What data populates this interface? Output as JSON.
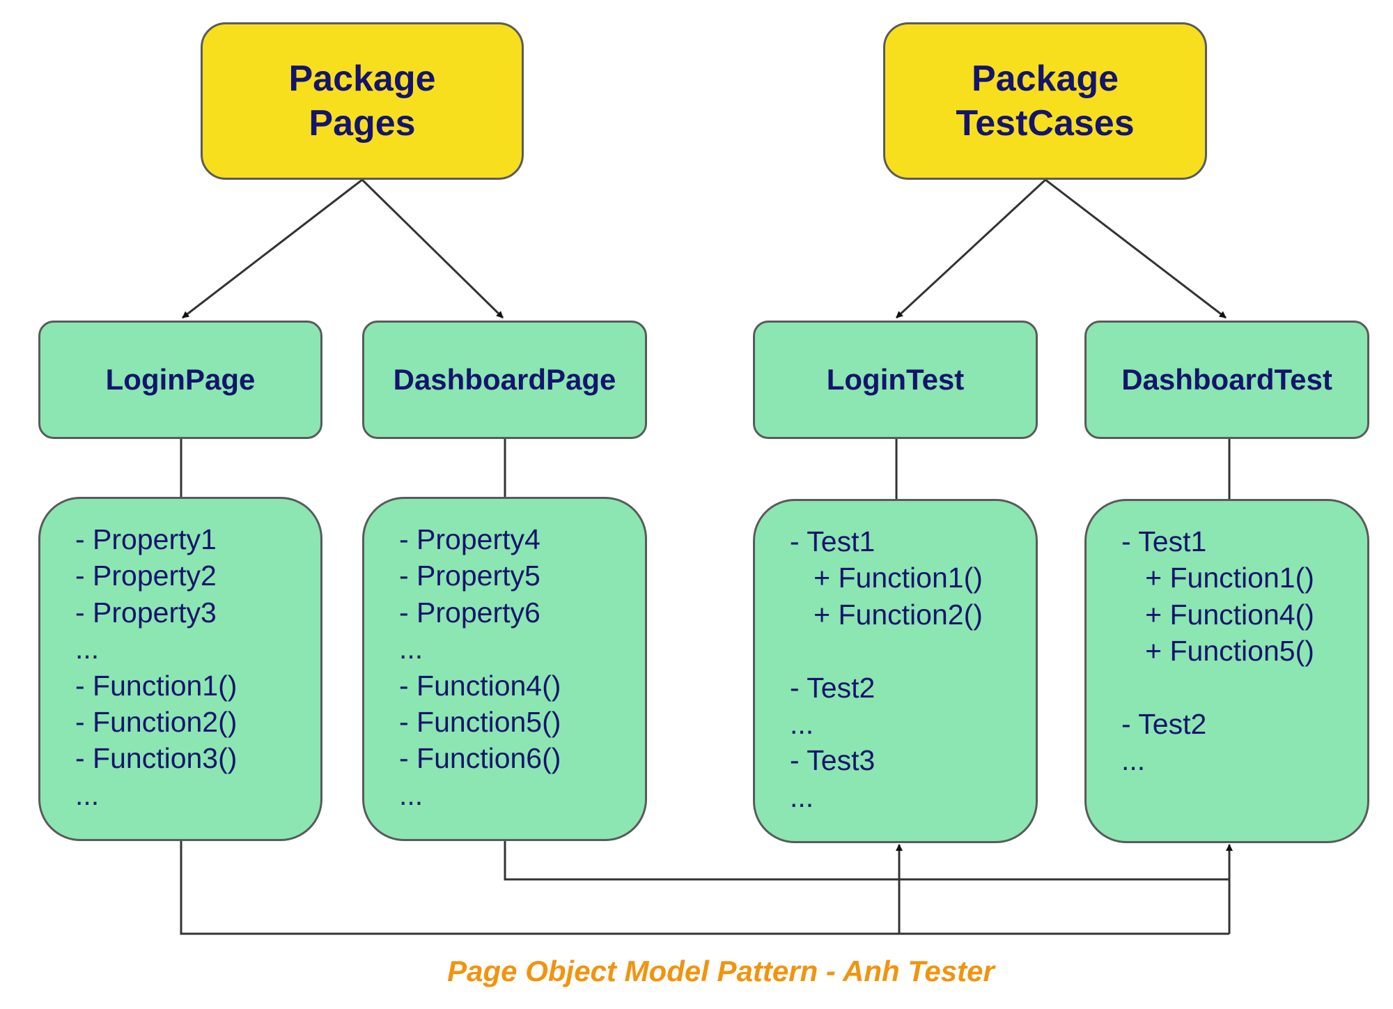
{
  "packages": {
    "pages": {
      "line1": "Package",
      "line2": "Pages"
    },
    "testcases": {
      "line1": "Package",
      "line2": "TestCases"
    }
  },
  "classes": {
    "login_page": "LoginPage",
    "dashboard_page": "DashboardPage",
    "login_test": "LoginTest",
    "dashboard_test": "DashboardTest"
  },
  "details": {
    "login_page": [
      "- Property1",
      "- Property2",
      "- Property3",
      "...",
      "- Function1()",
      "- Function2()",
      "- Function3()",
      "..."
    ],
    "dashboard_page": [
      "- Property4",
      "- Property5",
      "- Property6",
      "...",
      "- Function4()",
      "- Function5()",
      "- Function6()",
      "..."
    ],
    "login_test": [
      "- Test1",
      "   + Function1()",
      "   + Function2()",
      "",
      "- Test2",
      "...",
      "- Test3",
      "..."
    ],
    "dashboard_test": [
      "- Test1",
      "   + Function1()",
      "   + Function4()",
      "   + Function5()",
      "",
      "- Test2",
      "..."
    ]
  },
  "caption": "Page Object Model Pattern - Anh Tester",
  "colors": {
    "package_fill": "#f8df1e",
    "class_fill": "#8be6b1",
    "text": "#14146e",
    "caption": "#f0940f",
    "border": "#5a5a5a"
  }
}
